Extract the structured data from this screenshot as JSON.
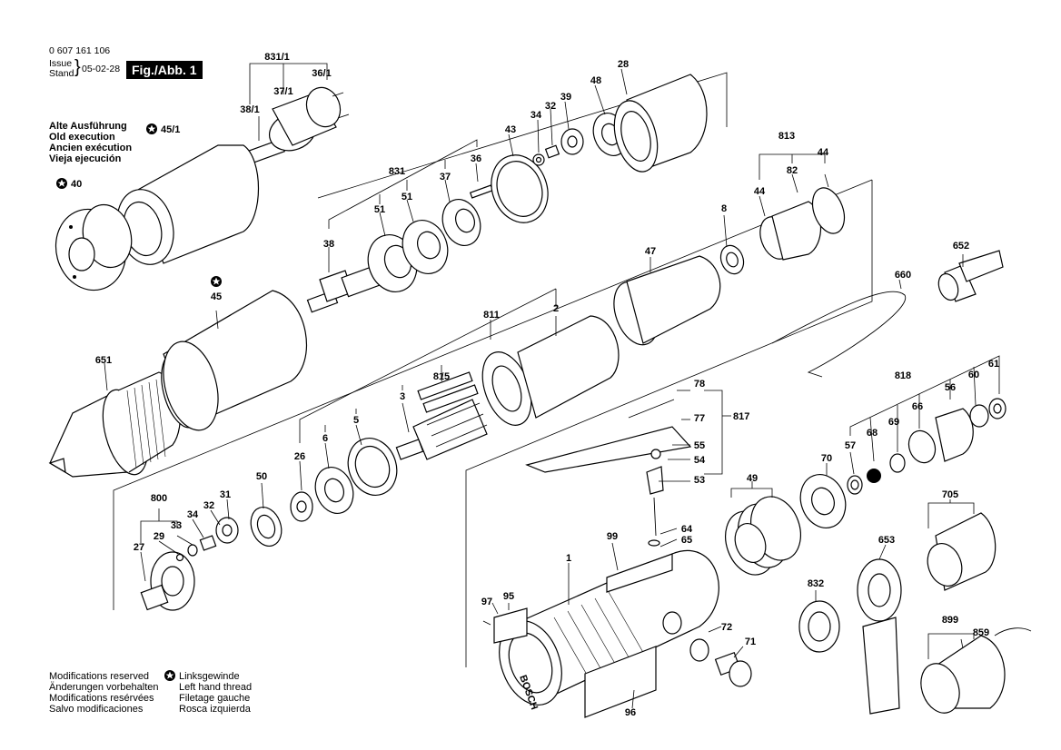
{
  "header": {
    "part_number": "0 607 161 106",
    "issue_label": "Issue",
    "stand_label": "Stand",
    "date": "05-02-28",
    "figure": "Fig./Abb. 1"
  },
  "old_execution": [
    "Alte Ausführung",
    "Old execution",
    "Ancien exécution",
    "Vieja ejecución"
  ],
  "footer": {
    "modifications": [
      "Modifications reserved",
      "Änderungen vorbehalten",
      "Modifications resérvées",
      "Salvo modificaciones"
    ],
    "left_thread": [
      "Linksgewinde",
      "Left hand thread",
      "Filetage gauche",
      "Rosca izquierda"
    ]
  },
  "labels": {
    "l831_1": "831/1",
    "l36_1": "36/1",
    "l37_1": "37/1",
    "l38_1": "38/1",
    "l45_1": "45/1",
    "l40": "40",
    "l831": "831",
    "l37": "37",
    "l36": "36",
    "l51a": "51",
    "l51b": "51",
    "l38": "38",
    "l43": "43",
    "l34a": "34",
    "l32a": "32",
    "l39": "39",
    "l48": "48",
    "l28": "28",
    "l813": "813",
    "l82": "82",
    "l44a": "44",
    "l44b": "44",
    "l8": "8",
    "l47": "47",
    "l45": "45",
    "l651": "651",
    "l811": "811",
    "l2": "2",
    "l815": "815",
    "l3": "3",
    "l5": "5",
    "l6": "6",
    "l26": "26",
    "l652": "652",
    "l660": "660",
    "l78": "78",
    "l77": "77",
    "l817": "817",
    "l55": "55",
    "l54": "54",
    "l53": "53",
    "l818": "818",
    "l60": "60",
    "l61": "61",
    "l56": "56",
    "l66": "66",
    "l69": "69",
    "l68": "68",
    "l57": "57",
    "l70": "70",
    "l800": "800",
    "l29": "29",
    "l33": "33",
    "l27": "27",
    "l34b": "34",
    "l32b": "32",
    "l31": "31",
    "l50": "50",
    "l99": "99",
    "l1": "1",
    "l64": "64",
    "l65": "65",
    "l49": "49",
    "l705": "705",
    "l653": "653",
    "l832": "832",
    "l97": "97",
    "l95": "95",
    "l72": "72",
    "l71": "71",
    "l96": "96",
    "l899": "899",
    "l859": "859"
  },
  "housing_text": "BOSCH"
}
